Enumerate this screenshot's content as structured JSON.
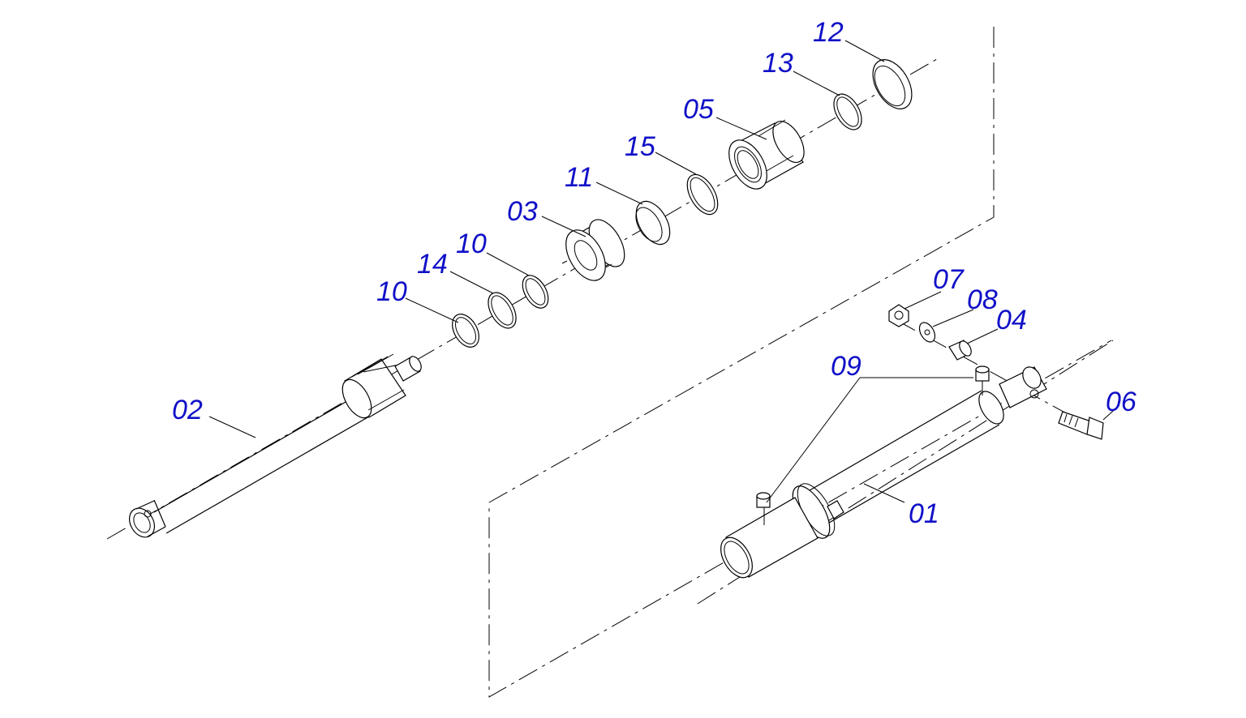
{
  "callouts": {
    "p01": "01",
    "p02": "02",
    "p03": "03",
    "p04": "04",
    "p05": "05",
    "p06": "06",
    "p07": "07",
    "p08": "08",
    "p09": "09",
    "p10a": "10",
    "p10b": "10",
    "p11": "11",
    "p12": "12",
    "p13": "13",
    "p14": "14",
    "p15": "15"
  },
  "colors": {
    "callout": "#1010c8",
    "line": "#000000",
    "background": "#ffffff"
  }
}
